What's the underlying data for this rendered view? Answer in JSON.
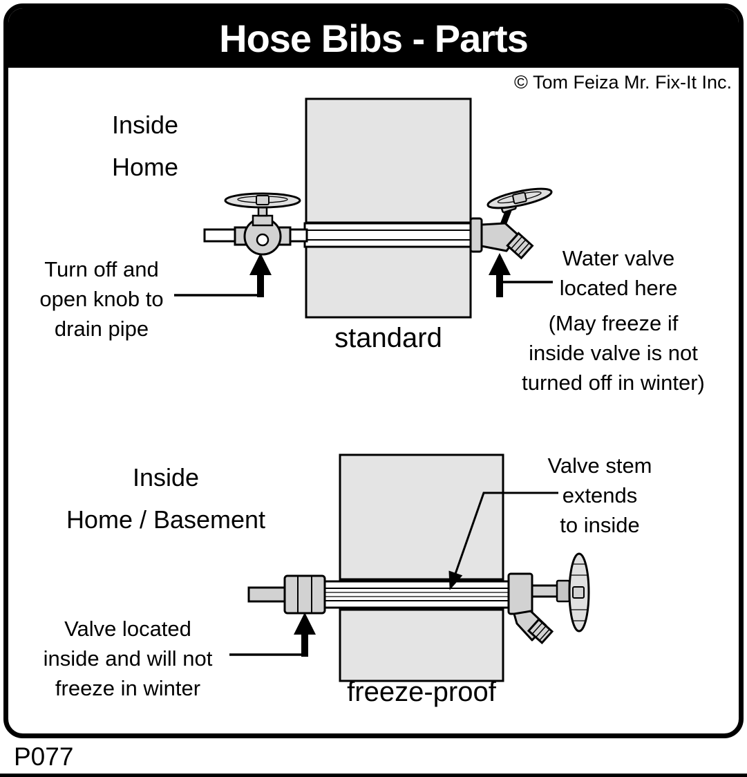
{
  "header": {
    "title": "Hose Bibs - Parts"
  },
  "meta": {
    "copyright": "© Tom Feiza Mr. Fix-It Inc.",
    "code": "P077"
  },
  "standard": {
    "location": "Inside\nHome",
    "left_callout": "Turn off and\nopen knob to\ndrain pipe",
    "type_label": "standard",
    "right_callout": "Water valve\nlocated here",
    "right_note": "(May freeze if\ninside valve is not\nturned off in winter)"
  },
  "freezeproof": {
    "location": "Inside\nHome / Basement",
    "left_callout": "Valve located\ninside and will not\nfreeze in winter",
    "type_label": "freeze-proof",
    "right_callout": "Valve stem\nextends\nto inside"
  },
  "colors": {
    "wall_fill": "#e4e4e4",
    "metal_fill": "#d2d2d2",
    "handle_fill": "#e0e0e0",
    "line": "#000000"
  }
}
